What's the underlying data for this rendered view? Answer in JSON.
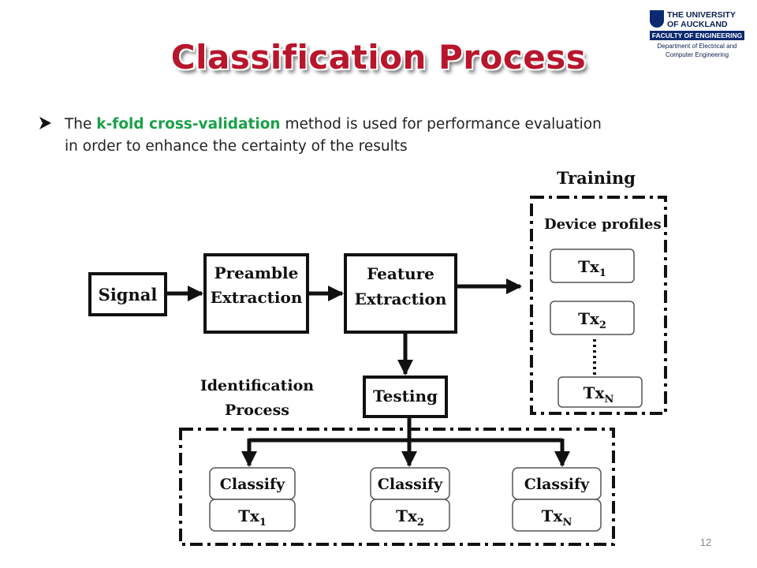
{
  "slide": {
    "title": "Classification Process",
    "page_number": "12",
    "bullet": {
      "prefix": "The ",
      "highlight": "k-fold cross-validation",
      "suffix": " method is used for performance evaluation in order to enhance the certainty of the results",
      "highlight_color": "#1aa048"
    }
  },
  "logo": {
    "line1": "THE UNIVERSITY",
    "line2": "OF AUCKLAND",
    "faculty": "FACULTY OF ENGINEERING",
    "department_line1": "Department of Electrical and",
    "department_line2": "Computer Engineering"
  },
  "diagram": {
    "signal": "Signal",
    "preamble_line1": "Preamble",
    "preamble_line2": "Extraction",
    "feature_line1": "Feature",
    "feature_line2": "Extraction",
    "training_label": "Training",
    "device_profiles": "Device profiles",
    "profiles": [
      {
        "base": "Tx",
        "sub": "1"
      },
      {
        "base": "Tx",
        "sub": "2"
      },
      {
        "base": "Tx",
        "sub": "N"
      }
    ],
    "testing": "Testing",
    "identification_line1": "Identification",
    "identification_line2": "Process",
    "classifiers": [
      {
        "label": "Classify",
        "base": "Tx",
        "sub": "1"
      },
      {
        "label": "Classify",
        "base": "Tx",
        "sub": "2"
      },
      {
        "label": "Classify",
        "base": "Tx",
        "sub": "N"
      }
    ]
  },
  "colors": {
    "title": "#b8162c",
    "logo_navy": "#0b2a6f"
  }
}
